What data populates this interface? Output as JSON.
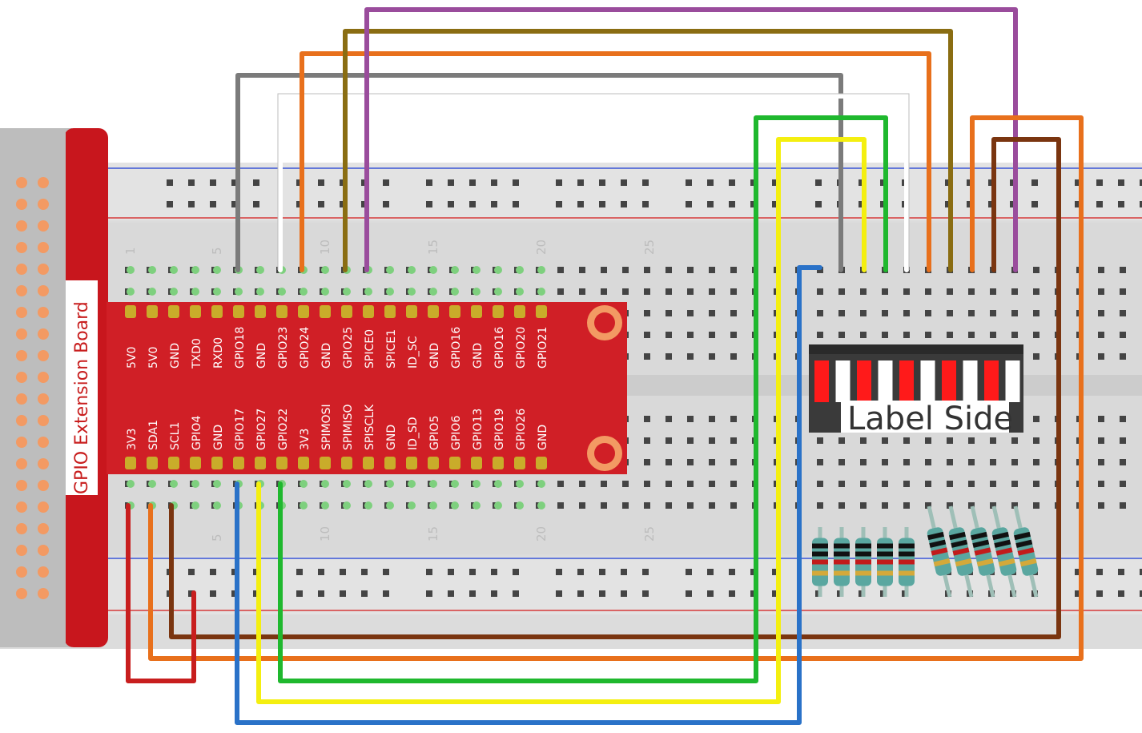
{
  "board": {
    "label": "GPIO Extension Board"
  },
  "bargraph": {
    "label": "Label Side"
  },
  "pins": {
    "top": [
      "5V0",
      "5V0",
      "GND",
      "TXD0",
      "RXD0",
      "GPIO18",
      "GND",
      "GPIO23",
      "GPIO24",
      "GND",
      "GPIO25",
      "SPICE0",
      "SPICE1",
      "ID_SC",
      "GND",
      "GPIO16",
      "GND",
      "GPIO16",
      "GPIO20",
      "GPIO21"
    ],
    "bottom": [
      "3V3",
      "SDA1",
      "SCL1",
      "GPIO4",
      "GND",
      "GPIO17",
      "GPIO27",
      "GPIO22",
      "3V3",
      "SPIMOSI",
      "SPIMISO",
      "SPISCLK",
      "GND",
      "ID_SD",
      "GPIO5",
      "GPIO6",
      "GPIO13",
      "GPIO19",
      "GPIO26",
      "GND"
    ]
  },
  "row_numbers": {
    "top": [
      "1",
      "5",
      "10",
      "15",
      "20",
      "25"
    ],
    "bottom": [
      "5",
      "10",
      "15",
      "20",
      "25"
    ]
  },
  "colors": {
    "red": "#c81e1e",
    "orange": "#e8701c",
    "brown": "#7a3510",
    "blue": "#2a72c8",
    "yellow": "#f4ef10",
    "green": "#1fb82e",
    "gray": "#7b7b7b",
    "white": "#ffffff",
    "olive": "#8a6d12",
    "purple": "#9a4c9c"
  },
  "wires": [
    {
      "name": "wire-gray",
      "color": "gray",
      "from": "GPIO18",
      "to": "bar-graph-pin"
    },
    {
      "name": "wire-white",
      "color": "white",
      "from": "GPIO23",
      "to": "bar-graph-pin"
    },
    {
      "name": "wire-orange",
      "color": "orange",
      "from": "GPIO24",
      "to": "bar-graph-pin"
    },
    {
      "name": "wire-olive",
      "color": "olive",
      "from": "GPIO25",
      "to": "bar-graph-pin"
    },
    {
      "name": "wire-purple",
      "color": "purple",
      "from": "SPICE0",
      "to": "bar-graph-pin"
    },
    {
      "name": "wire-blue",
      "color": "blue",
      "from": "GPIO17",
      "to": "bar-graph-pin"
    },
    {
      "name": "wire-yellow",
      "color": "yellow",
      "from": "GPIO27",
      "to": "bar-graph-pin"
    },
    {
      "name": "wire-green",
      "color": "green",
      "from": "GPIO22",
      "to": "bar-graph-pin"
    },
    {
      "name": "wire-red",
      "color": "red",
      "from": "3V3",
      "to": "power-rail"
    },
    {
      "name": "wire-orange-long",
      "color": "orange",
      "from": "SDA1",
      "to": "bar-graph-pin"
    },
    {
      "name": "wire-brown",
      "color": "brown",
      "from": "SCL1",
      "to": "bar-graph-pin"
    }
  ]
}
